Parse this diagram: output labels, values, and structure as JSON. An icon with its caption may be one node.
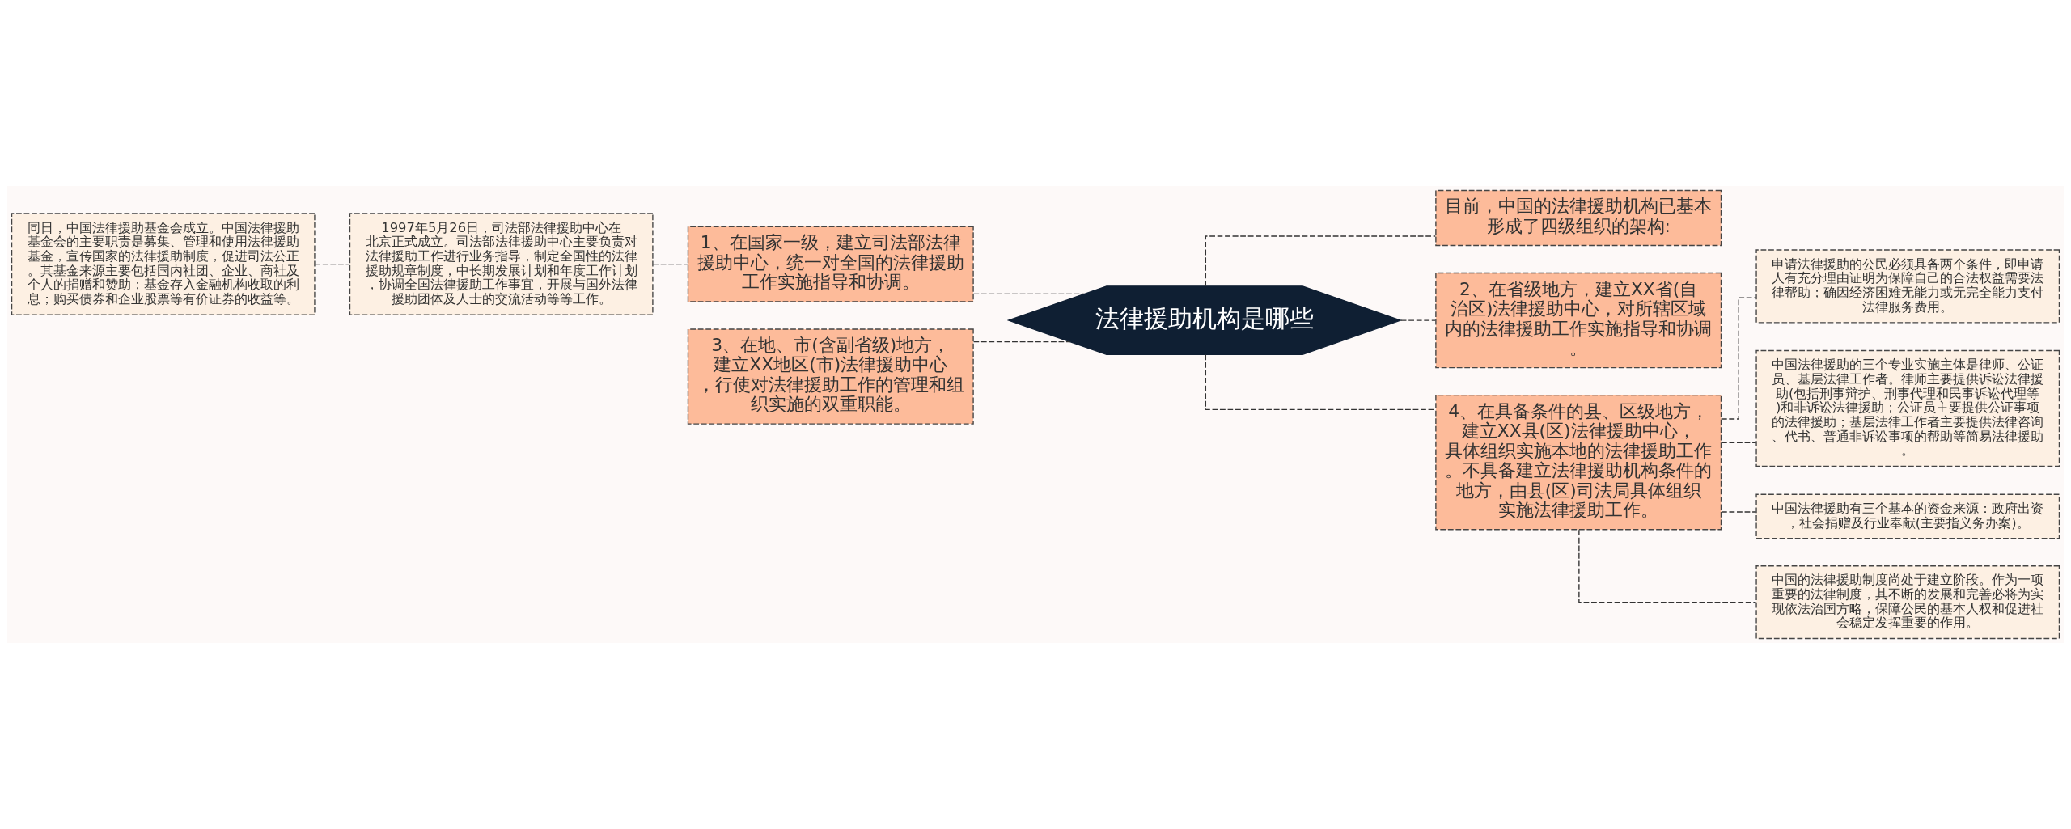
{
  "diagram": {
    "nodes": [
      {
        "text": [
          "法律援助机构是哪些"
        ]
      },
      {
        "text": [
          "1、在国家一级，建立司法部法律援助中心，统一对全国的法律援助工作实施指导和协调。"
        ]
      },
      {
        "text": [
          "1997年5月26日，司法部法律援助中心在北京正式成立。司法部法律援助中心主要负责对法律援助工作进行业务指导，制定全国性的法律援助规章制度，中长期发展计划和年度工作计划，协调全国法律援助工作事宜，开展与国外法律援助团体及人士的交流活动等等工作。"
        ]
      },
      {
        "text": [
          "同日，中国法律援助基金会成立。中国法律援助基金会的主要职责是募集、管理和使用法律援助基金，宣传国家的法律援助制度，促进司法公正。其基金来源主要包括国内社团、企业、商社及个人的捐赠和赞助；基金存入金融机构收取的利息；购买债券和企业股票等有价证券的收益等。"
        ]
      },
      {
        "text": [
          "3、在地、市(含副省级)地方，建立XX地区(市)法律援助中心，行使对法律援助工作的管理和组织实施的双重职能。"
        ]
      },
      {
        "text": [
          "目前，中国的法律援助机构已基本形成了四级组织的架构:"
        ]
      },
      {
        "text": [
          "2、在省级地方，建立XX省(自治区)法律援助中心，对所辖区域内的法律援助工作实施指导和协调。"
        ]
      },
      {
        "text": [
          "4、在具备条件的县、区级地方，建立XX县(区)法律援助中心，具体组织实施本地的法律援助工作。不具备建立法律援助机构条件的地方，由县(区)司法局具体组织实施法律援助工作。"
        ]
      },
      {
        "text": [
          "申请法律援助的公民必须具备两个条件，即申请人有充分理由证明为保障自己的合法权益需要法律帮助；确因经济困难无能力或无完全能力支付法律服务费用。"
        ]
      },
      {
        "text": [
          "中国法律援助的三个专业实施主体是律师、公证员、基层法律工作者。律师主要提供诉讼法律援助(包括刑事辩护、刑事代理和民事诉讼代理等)和非诉讼法律援助；公证员主要提供公证事项的法律援助；基层法律工作者主要提供法律咨询、代书、普通非诉讼事项的帮助等简易法律援助。"
        ]
      },
      {
        "text": [
          "中国法律援助有三个基本的资金来源：政府出资，社会捐赠及行业奉献(主要指义务办案)。"
        ]
      },
      {
        "text": [
          "中国的法律援助制度尚处于建立阶段。作为一项重要的法律制度，其不断的发展和完善必将为实现依法治国方略，保障公民的基本人权和促进社会稳定发挥重要的作用。"
        ]
      }
    ],
    "edges": [
      {
        "from": 0,
        "to": 1,
        "arrow": "none",
        "style": "dashed"
      },
      {
        "from": 1,
        "to": 2,
        "arrow": "none",
        "style": "dashed"
      },
      {
        "from": 2,
        "to": 3,
        "arrow": "none",
        "style": "dashed"
      },
      {
        "from": 0,
        "to": 4,
        "arrow": "none",
        "style": "dashed"
      },
      {
        "from": 0,
        "to": 5,
        "arrow": "none",
        "style": "dashed"
      },
      {
        "from": 0,
        "to": 6,
        "arrow": "none",
        "style": "dashed"
      },
      {
        "from": 0,
        "to": 7,
        "arrow": "none",
        "style": "dashed"
      },
      {
        "from": 7,
        "to": 8,
        "arrow": "none",
        "style": "dashed"
      },
      {
        "from": 7,
        "to": 9,
        "arrow": "none",
        "style": "dashed"
      },
      {
        "from": 7,
        "to": 10,
        "arrow": "none",
        "style": "dashed"
      },
      {
        "from": 7,
        "to": 11,
        "arrow": "none",
        "style": "dashed"
      }
    ]
  }
}
